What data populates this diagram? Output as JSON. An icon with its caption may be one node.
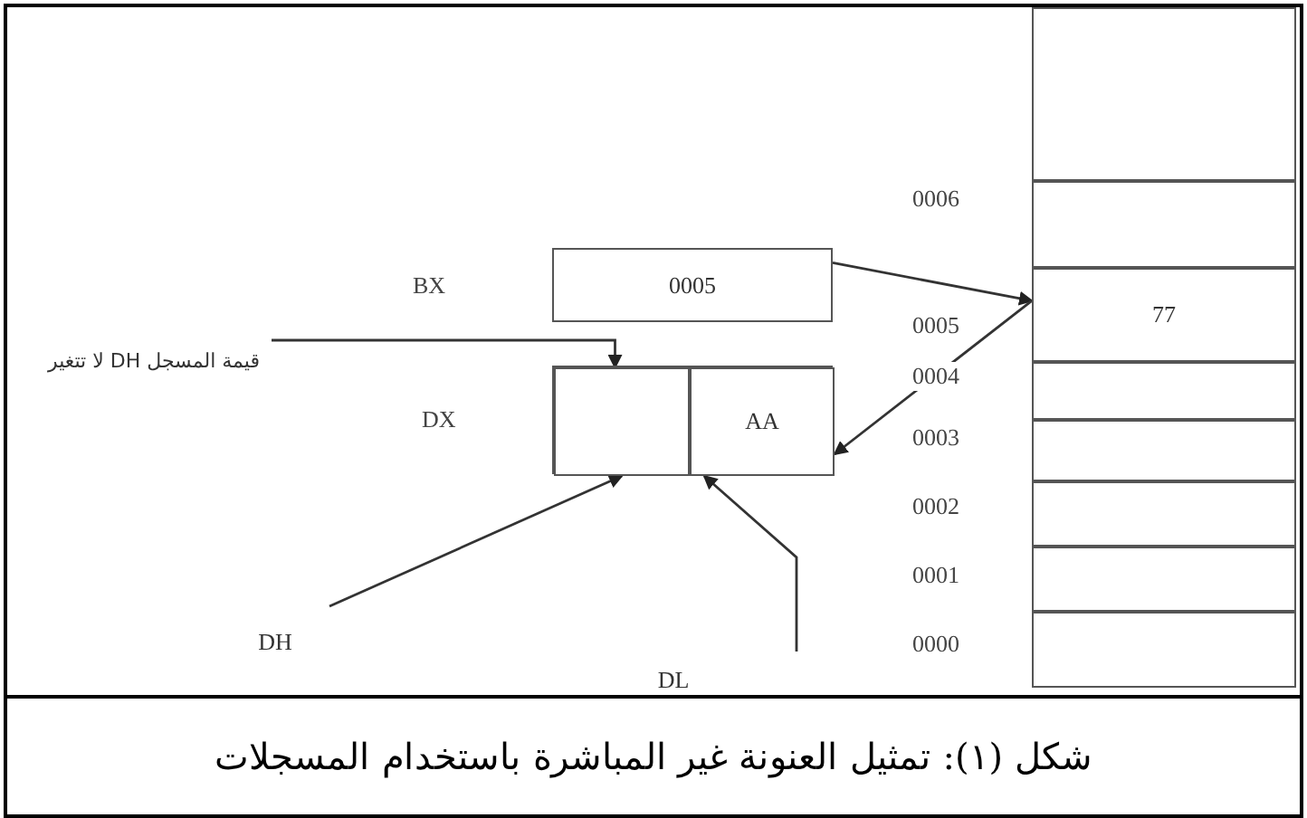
{
  "diagram": {
    "caption": "شكل (١): تمثيل العنونة غير المباشرة باستخدام المسجلات",
    "nodes": [
      {
        "text": [
          "0005"
        ]
      },
      {
        "text": [],
        "shape": "box"
      },
      {
        "text": [],
        "shape": "box",
        "in": 1
      },
      {
        "text": [
          "AA"
        ],
        "in": 1
      },
      {
        "text": [
          "قيمة المسجل DH لا تتغير"
        ]
      },
      {
        "text": [
          "DH"
        ]
      },
      {
        "text": [
          "DL"
        ]
      },
      {
        "text": [],
        "shape": "box"
      },
      {
        "text": [],
        "shape": "box",
        "beside": [
          "0006"
        ]
      },
      {
        "text": [
          "77"
        ],
        "beside": [
          "0005"
        ]
      },
      {
        "text": [],
        "shape": "box",
        "beside": [
          "0004"
        ]
      },
      {
        "text": [],
        "shape": "box",
        "beside": [
          "0003"
        ]
      },
      {
        "text": [],
        "shape": "box",
        "beside": [
          "0002"
        ]
      },
      {
        "text": [],
        "shape": "box",
        "beside": [
          "0001"
        ]
      },
      {
        "text": [],
        "shape": "box",
        "beside": [
          "0000"
        ]
      }
    ],
    "edges": [
      {
        "from": 0,
        "to": 9,
        "arrow": "to"
      },
      {
        "from": 9,
        "to": 3,
        "arrow": "to"
      },
      {
        "from": 4,
        "to": 2,
        "arrow": "to"
      },
      {
        "from": 5,
        "to": 2,
        "arrow": "to"
      },
      {
        "from": 6,
        "to": 3,
        "arrow": "to"
      }
    ],
    "labels": [
      "BX",
      "DX"
    ]
  }
}
